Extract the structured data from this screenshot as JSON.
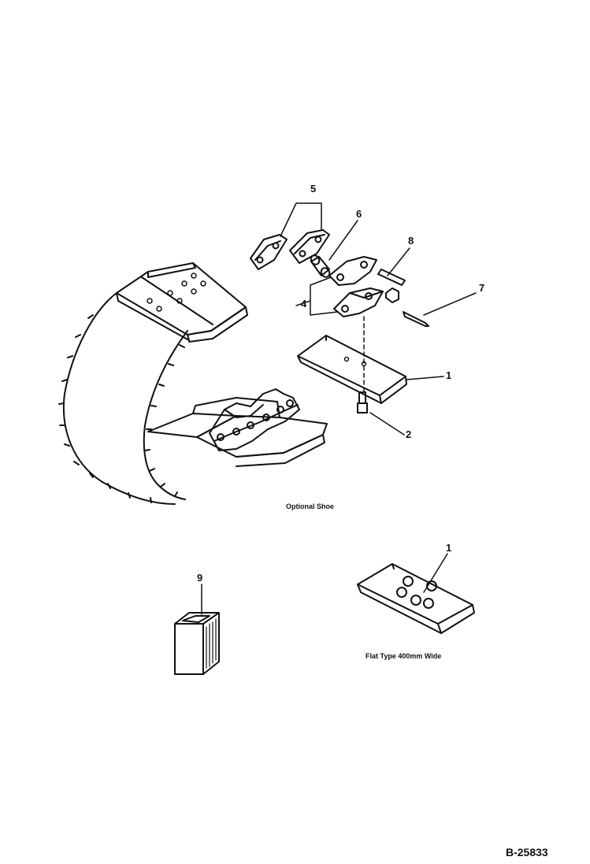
{
  "callouts": {
    "c1": "1",
    "c2": "2",
    "c4": "4",
    "c5": "5",
    "c6": "6",
    "c7": "7",
    "c8": "8",
    "c9": "9",
    "c1b": "1"
  },
  "captions": {
    "optional_shoe": "Optional Shoe",
    "flat_type": "Flat Type 400mm Wide"
  },
  "figure_number": "B-25833",
  "colors": {
    "ink": "#111111",
    "paper": "#ffffff"
  }
}
